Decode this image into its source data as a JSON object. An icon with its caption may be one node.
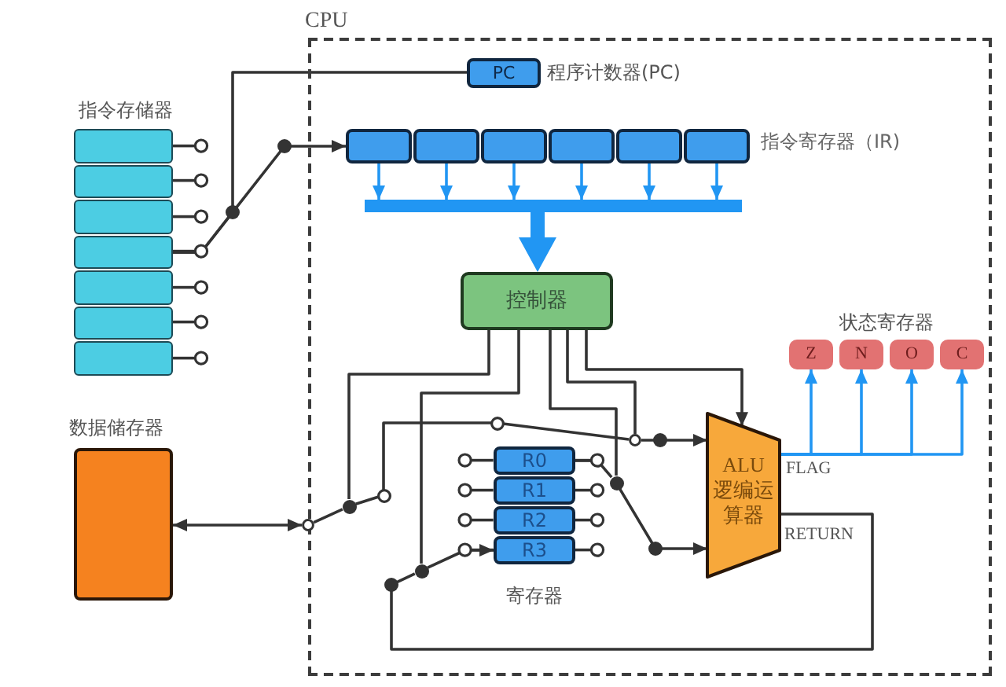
{
  "diagram": {
    "nodes": [
      {
        "text": [
          "CPU"
        ]
      },
      {
        "text": [
          "指令存储器"
        ]
      },
      {
        "text": [],
        "shape": "box",
        "in": 1
      },
      {
        "text": [],
        "shape": "box",
        "in": 1
      },
      {
        "text": [],
        "shape": "box",
        "in": 1
      },
      {
        "text": [],
        "shape": "box",
        "in": 1
      },
      {
        "text": [],
        "shape": "box",
        "in": 1
      },
      {
        "text": [],
        "shape": "box",
        "in": 1
      },
      {
        "text": [],
        "shape": "box",
        "in": 1
      },
      {
        "text": [
          "PC"
        ],
        "beside": [
          "程序计数器(PC)"
        ],
        "in": 0
      },
      {
        "text": [
          "指令寄存器（IR)"
        ],
        "in": 0
      },
      {
        "text": [],
        "shape": "box",
        "in": 10
      },
      {
        "text": [],
        "shape": "box",
        "in": 10
      },
      {
        "text": [],
        "shape": "box",
        "in": 10
      },
      {
        "text": [],
        "shape": "box",
        "in": 10
      },
      {
        "text": [],
        "shape": "box",
        "in": 10
      },
      {
        "text": [],
        "shape": "box",
        "in": 10
      },
      {
        "text": [],
        "shape": "bar",
        "in": 0
      },
      {
        "text": [
          "控制器"
        ],
        "in": 0
      },
      {
        "text": [
          "状态寄存器"
        ],
        "in": 0
      },
      {
        "text": [
          "Z"
        ],
        "in": 19
      },
      {
        "text": [
          "N"
        ],
        "in": 19
      },
      {
        "text": [
          "O"
        ],
        "in": 19
      },
      {
        "text": [
          "C"
        ],
        "in": 19
      },
      {
        "text": [
          "数据储存器"
        ]
      },
      {
        "text": [
          "寄存器"
        ],
        "in": 0
      },
      {
        "text": [
          "R0"
        ],
        "in": 25
      },
      {
        "text": [
          "R1"
        ],
        "in": 25
      },
      {
        "text": [
          "R2"
        ],
        "in": 25
      },
      {
        "text": [
          "R3"
        ],
        "in": 25
      },
      {
        "text": [
          "ALU 逻编运算器"
        ],
        "in": 0
      },
      {
        "text": [],
        "shape": "circle"
      },
      {
        "text": [],
        "shape": "circle",
        "in": 0
      },
      {
        "text": [],
        "shape": "circle",
        "in": 0
      },
      {
        "text": [],
        "shape": "circle",
        "in": 0
      },
      {
        "text": [],
        "shape": "circle",
        "in": 0
      }
    ],
    "edges": [
      {
        "from": 9,
        "to": 5,
        "arrow": "none"
      },
      {
        "from": 5,
        "to": 11,
        "arrow": "to"
      },
      {
        "from": 11,
        "to": 17,
        "arrow": "to",
        "color": "#2196f3"
      },
      {
        "from": 12,
        "to": 17,
        "arrow": "to",
        "color": "#2196f3"
      },
      {
        "from": 13,
        "to": 17,
        "arrow": "to",
        "color": "#2196f3"
      },
      {
        "from": 14,
        "to": 17,
        "arrow": "to",
        "color": "#2196f3"
      },
      {
        "from": 15,
        "to": 17,
        "arrow": "to",
        "color": "#2196f3"
      },
      {
        "from": 16,
        "to": 17,
        "arrow": "to",
        "color": "#2196f3"
      },
      {
        "from": 17,
        "to": 18,
        "arrow": "to",
        "style": "thick",
        "color": "#2196f3"
      },
      {
        "from": 30,
        "to": 20,
        "arrow": "to",
        "label": "FLAG",
        "color": "#2196f3"
      },
      {
        "from": 30,
        "to": 21,
        "arrow": "to",
        "color": "#2196f3"
      },
      {
        "from": 30,
        "to": 22,
        "arrow": "to",
        "color": "#2196f3"
      },
      {
        "from": 30,
        "to": 23,
        "arrow": "to",
        "color": "#2196f3"
      },
      {
        "from": 24,
        "to": 31,
        "arrow": "both"
      },
      {
        "from": 31,
        "to": 32,
        "arrow": "none"
      },
      {
        "from": 32,
        "to": 35,
        "arrow": "none"
      },
      {
        "from": 35,
        "to": 30,
        "arrow": "to"
      },
      {
        "from": 26,
        "to": 34,
        "arrow": "none"
      },
      {
        "from": 34,
        "to": 30,
        "arrow": "to"
      },
      {
        "from": 30,
        "to": 33,
        "arrow": "none",
        "label": "RETURN"
      },
      {
        "from": 33,
        "to": 29,
        "arrow": "to"
      },
      {
        "from": 18,
        "to": 32,
        "arrow": "none"
      },
      {
        "from": 18,
        "to": 33,
        "arrow": "none"
      },
      {
        "from": 18,
        "to": 34,
        "arrow": "none"
      },
      {
        "from": 18,
        "to": 35,
        "arrow": "none"
      },
      {
        "from": 18,
        "to": 30,
        "arrow": "to"
      }
    ]
  }
}
